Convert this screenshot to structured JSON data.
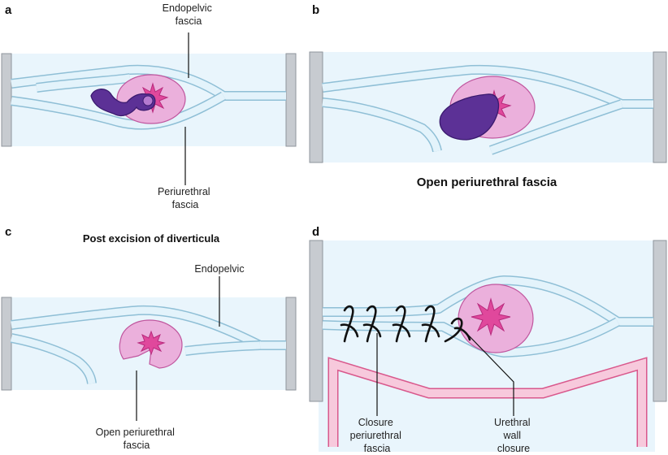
{
  "panels": {
    "a": {
      "letter": "a",
      "labels": {
        "top": [
          "Endopelvic",
          "fascia"
        ],
        "bottom": [
          "Periurethral",
          "fascia"
        ]
      }
    },
    "b": {
      "letter": "b",
      "caption": "Open periurethral fascia"
    },
    "c": {
      "letter": "c",
      "title": "Post excision of diverticula",
      "labels": {
        "top": "Endopelvic",
        "bottom": [
          "Open periurethral",
          "fascia"
        ]
      }
    },
    "d": {
      "letter": "d",
      "labels": {
        "left": [
          "Closure",
          "periurethral",
          "fascia"
        ],
        "right": [
          "Urethral",
          "wall",
          "closure"
        ]
      }
    }
  },
  "colors": {
    "background": "#e9f5fc",
    "fascia": "#8fbfd6",
    "urethra": "#ebb0dc",
    "lumen": "#e0489c",
    "diverticulum": "#5c3196",
    "retractor": "#d9588c",
    "wall": "#c7cbd0"
  }
}
